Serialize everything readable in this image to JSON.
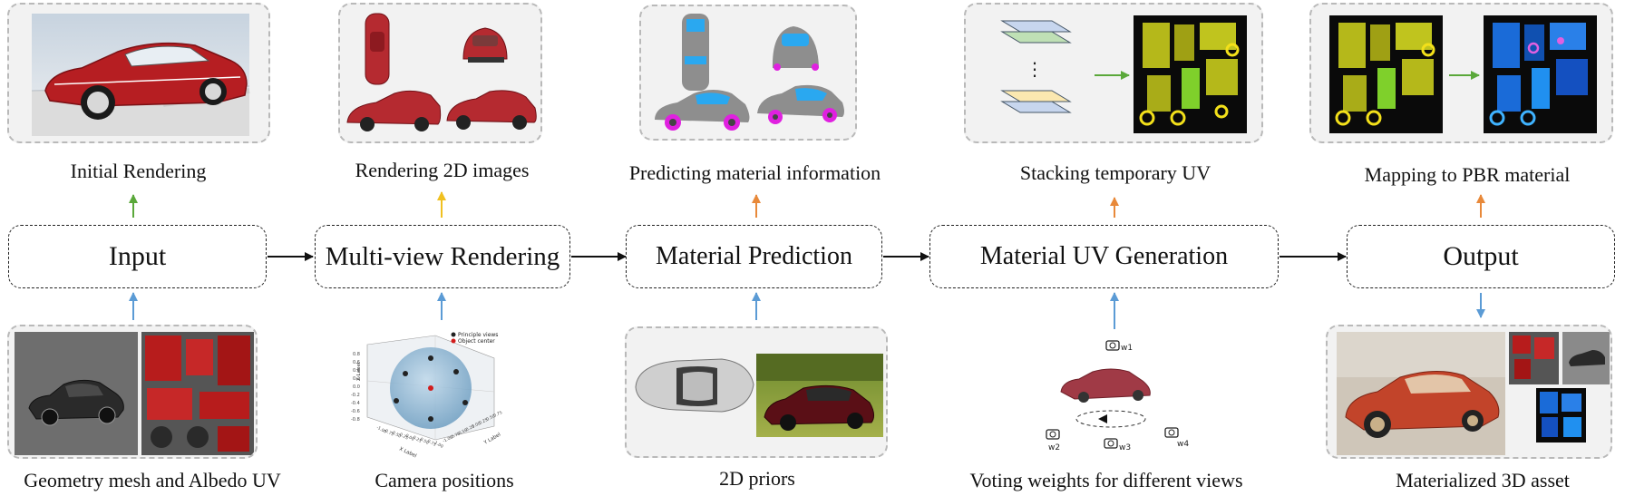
{
  "stages": {
    "input": "Input",
    "multiview": "Multi-view Rendering",
    "material_prediction": "Material Prediction",
    "uv_generation": "Material UV Generation",
    "output": "Output"
  },
  "top_captions": {
    "initial_rendering": "Initial Rendering",
    "rendering_2d": "Rendering 2D images",
    "predicting_material": "Predicting material information",
    "stacking_uv": "Stacking temporary UV",
    "mapping_pbr": "Mapping to PBR material"
  },
  "bottom_captions": {
    "geometry_mesh": "Geometry mesh and Albedo UV",
    "camera_positions": "Camera positions",
    "priors_2d": "2D priors",
    "voting_weights": "Voting weights for different views",
    "materialized_asset": "Materialized 3D asset"
  },
  "camera_plot": {
    "legend": [
      "Principle views",
      "Object center"
    ],
    "xlabel": "X Label",
    "ylabel": "Y Label",
    "zlabel": "Z Label",
    "z_ticks": [
      "0.8",
      "0.6",
      "0.4",
      "0.2",
      "0.0",
      "-0.2",
      "-0.4",
      "-0.6",
      "-0.8"
    ],
    "x_ticks": [
      "-1.00",
      "-0.75",
      "-0.50",
      "-0.25",
      "0.00",
      "0.25",
      "0.50",
      "0.75",
      "1.00"
    ],
    "y_ticks": [
      "0.75",
      "0.50",
      "0.25",
      "0.00",
      "-0.25",
      "-0.50",
      "-0.75",
      "-1.00"
    ]
  },
  "vote_labels": [
    "w1",
    "w2",
    "w3",
    "w4"
  ],
  "colors": {
    "green_arrow": "#5aa83a",
    "yellow_arrow": "#f0c020",
    "orange_arrow": "#e8893a",
    "blue_arrow": "#5b9bd5",
    "black_arrow": "#111111"
  }
}
